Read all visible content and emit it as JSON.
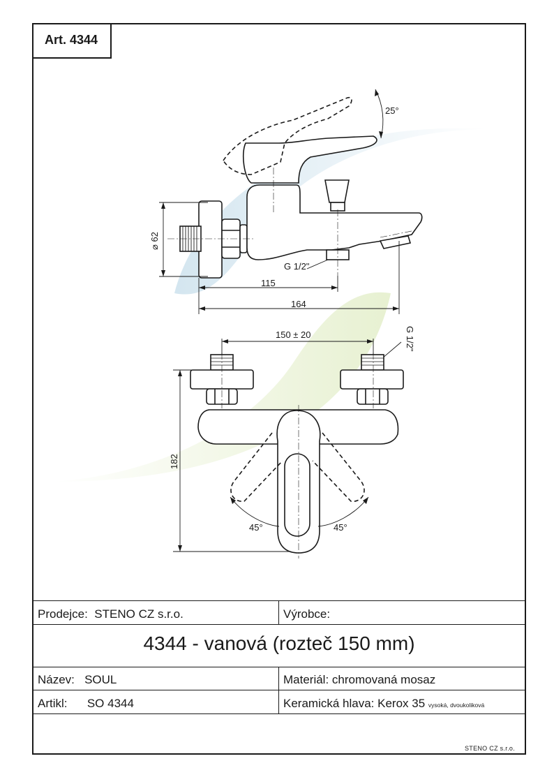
{
  "article_label": "Art. 4344",
  "dims": {
    "angle_lever": "25°",
    "diameter": "⌀ 62",
    "thread_outlet": "G 1/2\"",
    "len_115": "115",
    "len_164": "164",
    "spacing": "150 ± 20",
    "thread_inlet": "G 1/2\"",
    "height": "182",
    "angle_left": "45°",
    "angle_right": "45°"
  },
  "table": {
    "seller_label": "Prodejce:",
    "seller_value": "STENO CZ s.r.o.",
    "maker_label": "Výrobce:",
    "title": "4344 - vanová (rozteč 150 mm)",
    "name_label": "Název:",
    "name_value": "SOUL",
    "material": "Materiál: chromovaná mosaz",
    "article_label": "Artikl:",
    "article_value": "SO 4344",
    "cartridge": "Keramická hlava: Kerox 35",
    "cartridge_note": "vysoká, dvoukoliková",
    "footer": "STENO CZ s.r.o."
  },
  "colors": {
    "ink": "#1a1a1a",
    "watermark_blue": "#cfe3ee",
    "watermark_green": "#e6f0cf"
  }
}
